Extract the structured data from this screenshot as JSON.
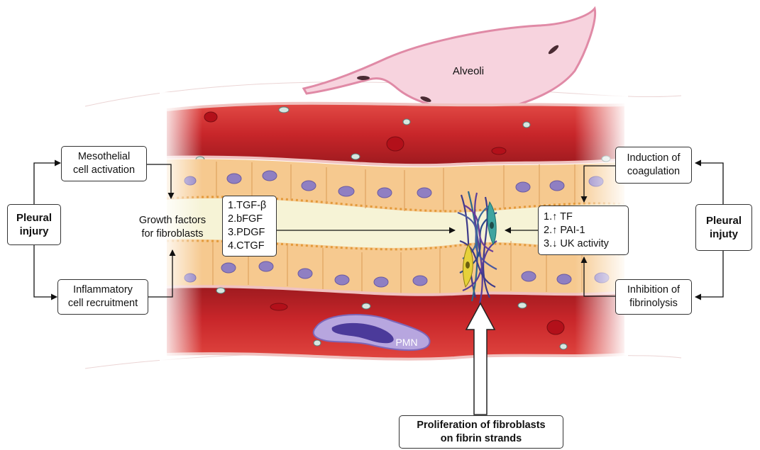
{
  "labels": {
    "alveoli": "Alveoli",
    "pmn": "PMN",
    "growth_factors": [
      "Growth factors",
      "for fibroblasts"
    ]
  },
  "left": {
    "pleural_injury": [
      "Pleural",
      "injury"
    ],
    "mesothelial": [
      "Mesothelial",
      "cell activation"
    ],
    "inflammatory": [
      "Inflammatory",
      "cell recruitment"
    ]
  },
  "growth_factor_list": [
    "1.TGF-β",
    "2.bFGF",
    "3.PDGF",
    "4.CTGF"
  ],
  "right": {
    "pleural_injury": [
      "Pleural",
      "injuty"
    ],
    "coagulation": [
      "Induction of",
      "coagulation"
    ],
    "fibrinolysis": [
      "Inhibition of",
      "fibrinolysis"
    ],
    "factors": [
      "1.↑ TF",
      "2.↑ PAI-1",
      "3.↓ UK activity"
    ]
  },
  "bottom": {
    "proliferation": [
      "Proliferation of fibroblasts",
      "on fibrin strands"
    ]
  },
  "colors": {
    "vessel_red": "#c8262a",
    "vessel_dark": "#9e1a1f",
    "mesothelium": "#f6c98f",
    "nucleus": "#8f7fc2",
    "alveoli": "#f7d3de",
    "pleural_space": "#f6f3d6"
  }
}
